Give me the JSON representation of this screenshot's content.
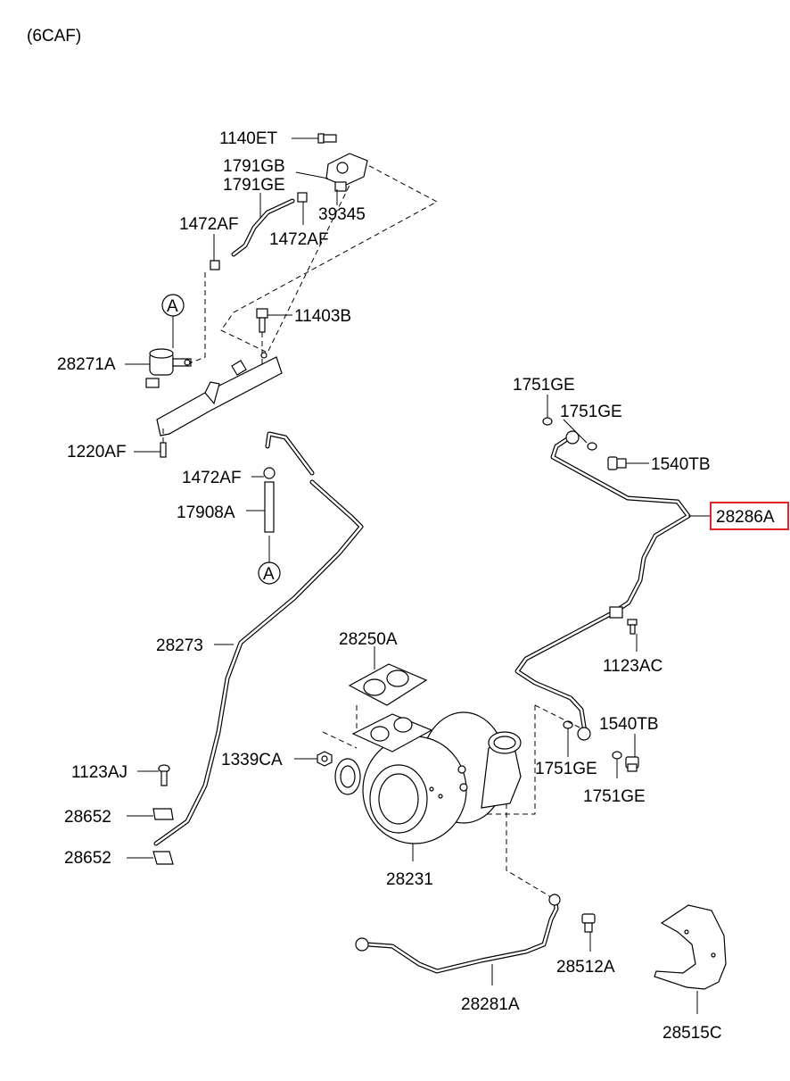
{
  "engine_code": "(6CAF)",
  "labels": {
    "p1140et": "1140ET",
    "p1791gb": "1791GB",
    "p1791ge": "1791GE",
    "p39345": "39345",
    "p1472af_a": "1472AF",
    "p1472af_b": "1472AF",
    "callout_a_top": "A",
    "p11403b": "11403B",
    "p28271a": "28271A",
    "p1220af": "1220AF",
    "p1472af_c": "1472AF",
    "p17908a": "17908A",
    "callout_a_bottom": "A",
    "p1751ge_a": "1751GE",
    "p1751ge_b": "1751GE",
    "p1540tb_a": "1540TB",
    "p28286a": "28286A",
    "p28273": "28273",
    "p28250a": "28250A",
    "p1123ac": "1123AC",
    "p1540tb_b": "1540TB",
    "p1339ca": "1339CA",
    "p1751ge_c": "1751GE",
    "p1751ge_d": "1751GE",
    "p1123aj": "1123AJ",
    "p28652_a": "28652",
    "p28652_b": "28652",
    "p28231": "28231",
    "p28512a": "28512A",
    "p28281a": "28281A",
    "p28515c": "28515C"
  },
  "highlight": {
    "part": "28286A",
    "color": "#e0242a"
  }
}
